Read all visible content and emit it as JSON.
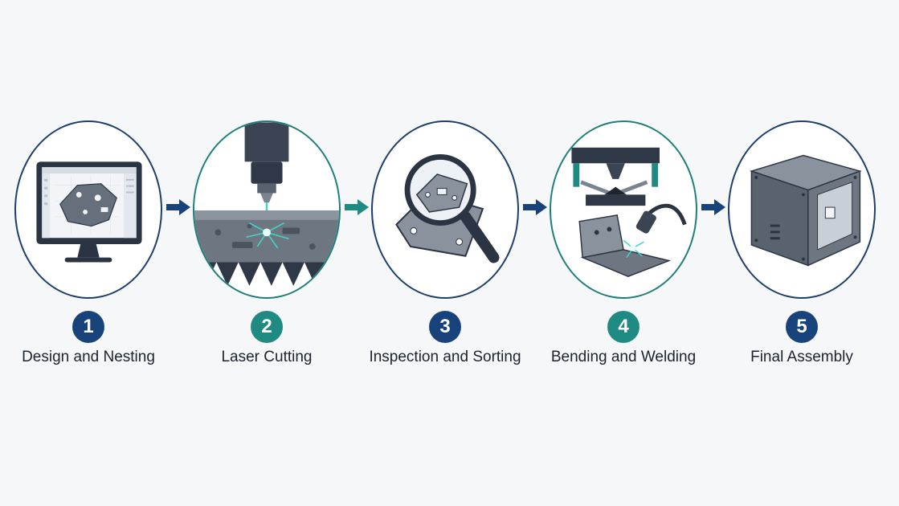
{
  "steps": [
    {
      "number": "1",
      "label": "Design and Nesting",
      "icon": "cad-monitor-icon",
      "ring_color": "#1d3f6e",
      "badge_color": "#17437a"
    },
    {
      "number": "2",
      "label": "Laser Cutting",
      "icon": "laser-cutter-icon",
      "ring_color": "#1f7f7a",
      "badge_color": "#1f8a82"
    },
    {
      "number": "3",
      "label": "Inspection and Sorting",
      "icon": "magnifier-icon",
      "ring_color": "#1d3f6e",
      "badge_color": "#17437a"
    },
    {
      "number": "4",
      "label": "Bending and Welding",
      "icon": "press-brake-welding-icon",
      "ring_color": "#1f7f7a",
      "badge_color": "#1f8a82"
    },
    {
      "number": "5",
      "label": "Final Assembly",
      "icon": "enclosure-icon",
      "ring_color": "#1d3f6e",
      "badge_color": "#17437a"
    }
  ],
  "colors": {
    "arrow_blue": "#17437a",
    "arrow_teal": "#1f8a82",
    "metal": "#6e7682",
    "spark": "#3fd6c8"
  }
}
